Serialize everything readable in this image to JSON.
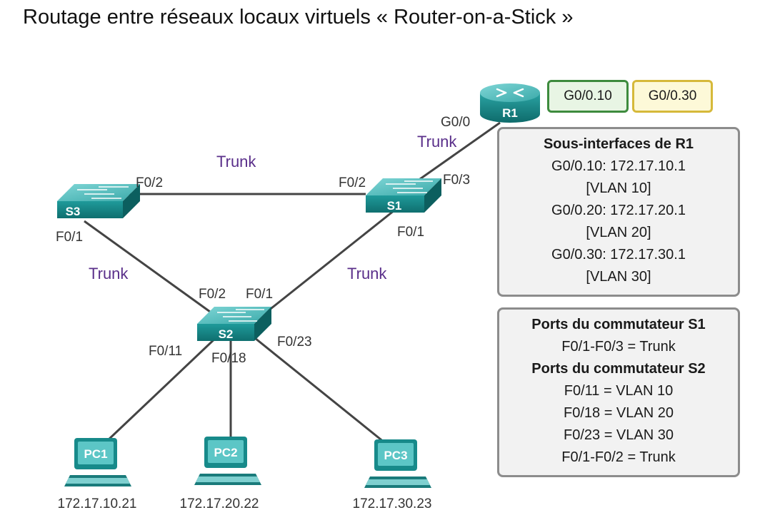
{
  "title": "Routage entre réseaux locaux virtuels « Router-on-a-Stick »",
  "devices": {
    "r1": "R1",
    "s1": "S1",
    "s2": "S2",
    "s3": "S3",
    "pc1": "PC1",
    "pc2": "PC2",
    "pc3": "PC3"
  },
  "ports": {
    "r1_g0_0": "G0/0",
    "s1_f0_3": "F0/3",
    "s1_f0_2": "F0/2",
    "s1_f0_1": "F0/1",
    "s3_f0_2": "F0/2",
    "s3_f0_1": "F0/1",
    "s2_f0_2": "F0/2",
    "s2_f0_1": "F0/1",
    "s2_f0_11": "F0/11",
    "s2_f0_18": "F0/18",
    "s2_f0_23": "F0/23"
  },
  "trunks": {
    "r1_s1": "Trunk",
    "s3_s1": "Trunk",
    "s3_s2": "Trunk",
    "s1_s2": "Trunk"
  },
  "ips": {
    "pc1": "172.17.10.21",
    "pc2": "172.17.20.22",
    "pc3": "172.17.30.23"
  },
  "subinterface_tags": {
    "green": "G0/0.10",
    "yellow": "G0/0.30"
  },
  "r1_box": {
    "heading": "Sous-interfaces de R1",
    "lines": [
      "G0/0.10: 172.17.10.1",
      "[VLAN 10]",
      "G0/0.20: 172.17.20.1",
      "[VLAN 20]",
      "G0/0.30: 172.17.30.1",
      "[VLAN 30]"
    ]
  },
  "ports_box": {
    "s1_heading": "Ports du commutateur S1",
    "s1_lines": [
      "F0/1-F0/3 = Trunk"
    ],
    "s2_heading": "Ports du commutateur S2",
    "s2_lines": [
      "F0/11 = VLAN 10",
      "F0/18 = VLAN 20",
      "F0/23 = VLAN 30",
      "F0/1-F0/2 = Trunk"
    ]
  },
  "colors": {
    "device_teal": "#1f8f8f",
    "device_top": "#5fc4c4",
    "link": "#444444",
    "trunk_text": "#5a2f8a",
    "subif_green_border": "#3d8b3d",
    "subif_yellow_border": "#d6b93a",
    "box_border": "#8c8c8c"
  }
}
